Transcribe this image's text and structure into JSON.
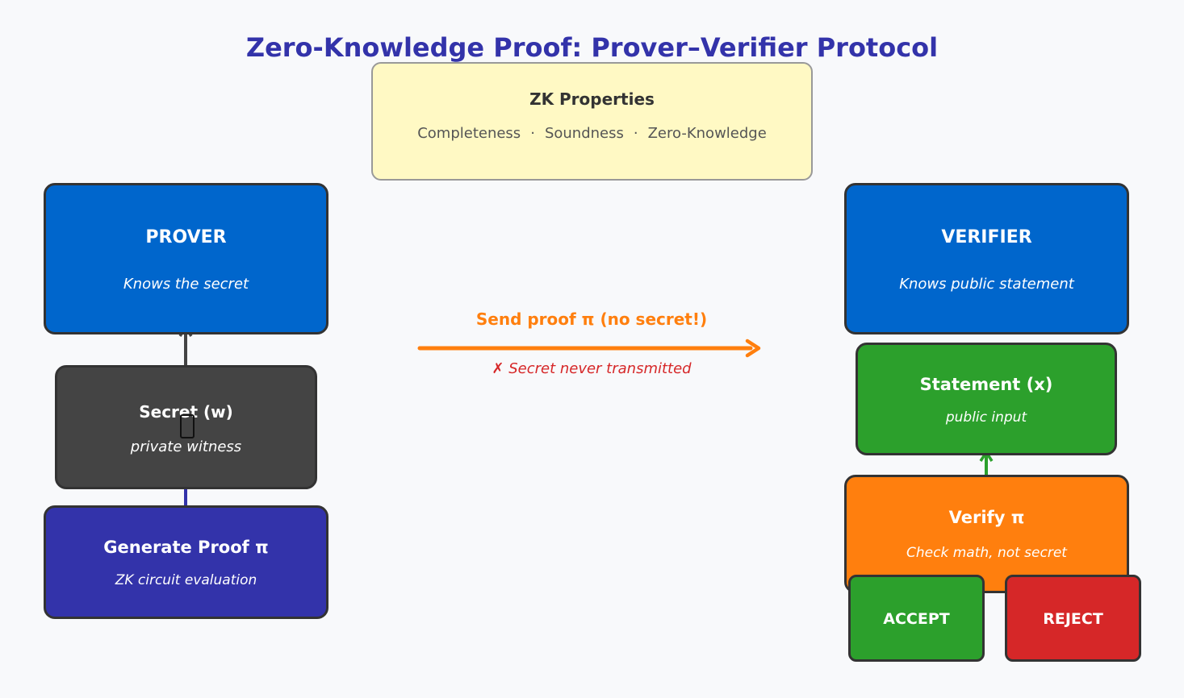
{
  "title": "Zero-Knowledge Proof: Prover–Verifier Protocol",
  "properties": {
    "heading": "ZK Properties",
    "items": [
      "Completeness",
      "Soundness",
      "Zero-Knowledge"
    ]
  },
  "prover": {
    "heading": "PROVER",
    "subtitle": "Knows the secret"
  },
  "secret": {
    "heading": "Secret (w)",
    "subtitle": "private witness",
    "icon": "lock-icon"
  },
  "generate": {
    "heading": "Generate Proof π",
    "subtitle": "ZK circuit evaluation"
  },
  "channel": {
    "send_label": "Send proof π (no secret!)",
    "never_label": "✗ Secret never transmitted"
  },
  "verifier": {
    "heading": "VERIFIER",
    "subtitle": "Knows public statement"
  },
  "statement": {
    "heading": "Statement (x)",
    "subtitle": "public input"
  },
  "verify": {
    "heading": "Verify π",
    "subtitle": "Check math, not secret"
  },
  "accept": {
    "label": "ACCEPT"
  },
  "reject": {
    "label": "REJECT"
  },
  "colors": {
    "title": "#3333aa",
    "box_blue": "#0066cc",
    "secret_gray": "#444444",
    "generate_indigo": "#3333aa",
    "green": "#2ca02c",
    "orange": "#ff7f0e",
    "red": "#d62728",
    "note_yellow": "#fff9c4"
  }
}
